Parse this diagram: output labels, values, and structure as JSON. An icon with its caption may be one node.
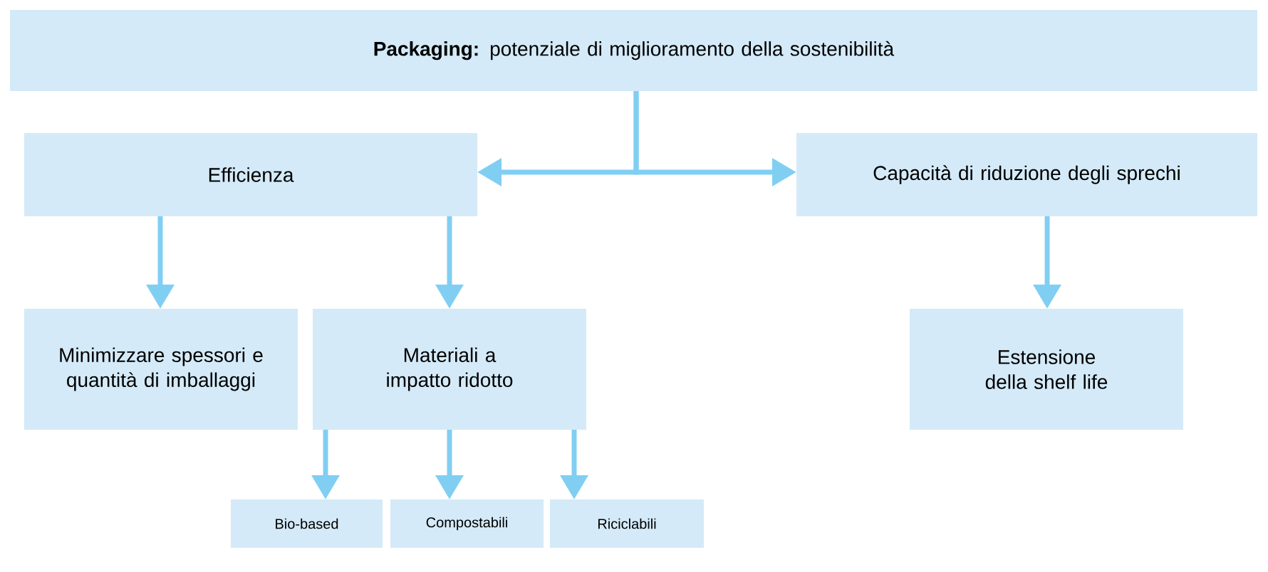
{
  "diagram": {
    "nodes": [
      {
        "text": [
          "**Packaging:** potenziale di miglioramento della sostenibilità"
        ]
      },
      {
        "text": [
          "Efficienza"
        ]
      },
      {
        "text": [
          "Capacità di riduzione degli sprechi"
        ]
      },
      {
        "text": [
          "Minimizzare spessori e quantità di imballaggi"
        ]
      },
      {
        "text": [
          "Materiali a impatto ridotto"
        ]
      },
      {
        "text": [
          "Estensione della shelf life"
        ]
      },
      {
        "text": [
          "Bio-based"
        ]
      },
      {
        "text": [
          "Compostabili"
        ]
      },
      {
        "text": [
          "Riciclabili"
        ]
      }
    ],
    "edges": [
      {
        "from": 0,
        "to": 1,
        "arrow": "to"
      },
      {
        "from": 0,
        "to": 2,
        "arrow": "to"
      },
      {
        "from": 1,
        "to": 3,
        "arrow": "to"
      },
      {
        "from": 1,
        "to": 4,
        "arrow": "to"
      },
      {
        "from": 2,
        "to": 5,
        "arrow": "to"
      },
      {
        "from": 4,
        "to": 6,
        "arrow": "to"
      },
      {
        "from": 4,
        "to": 7,
        "arrow": "to"
      },
      {
        "from": 4,
        "to": 8,
        "arrow": "to"
      }
    ]
  }
}
